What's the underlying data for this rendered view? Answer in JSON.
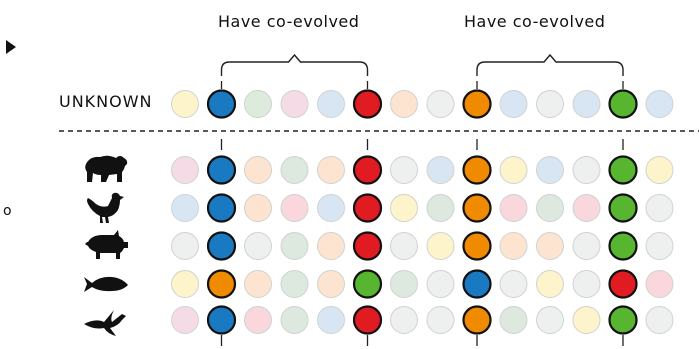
{
  "labels": {
    "group_left": "Have co-evolved",
    "group_right": "Have co-evolved",
    "unknown_row": "UNKNOWN",
    "side_fragment": "o"
  },
  "icons": [
    "bear-icon",
    "chicken-icon",
    "pig-icon",
    "fish-icon",
    "bird-icon"
  ],
  "highlighted_columns": [
    1,
    5,
    8,
    12
  ],
  "brace_groups": [
    [
      1,
      5
    ],
    [
      8,
      12
    ]
  ],
  "colors": {
    "blue": "#1a7ac1",
    "red": "#e01b22",
    "orange": "#f08a00",
    "green": "#58b530",
    "faded": {
      "cream": "#fdf4cc",
      "blue": "#d8e6f4",
      "green": "#dcebdc",
      "pink": "#f5dbe6",
      "peach": "#fde4d0",
      "gray": "#edf0ee",
      "sage": "#dde8de",
      "rose": "#fad7dc"
    }
  },
  "rows": [
    {
      "name": "unknown",
      "cells": [
        "cream",
        "B",
        "green",
        "pink",
        "blue",
        "R",
        "peach",
        "gray",
        "O",
        "blue",
        "gray",
        "blue",
        "G",
        "blue"
      ]
    },
    {
      "name": "bear",
      "cells": [
        "pink",
        "B",
        "peach",
        "sage",
        "peach",
        "R",
        "gray",
        "blue",
        "O",
        "cream",
        "blue",
        "gray",
        "G",
        "cream"
      ]
    },
    {
      "name": "chicken",
      "cells": [
        "blue",
        "B",
        "peach",
        "rose",
        "blue",
        "R",
        "cream",
        "sage",
        "O",
        "rose",
        "sage",
        "rose",
        "G",
        "gray"
      ]
    },
    {
      "name": "pig",
      "cells": [
        "gray",
        "B",
        "gray",
        "sage",
        "peach",
        "R",
        "gray",
        "cream",
        "O",
        "peach",
        "peach",
        "gray",
        "G",
        "gray"
      ]
    },
    {
      "name": "fish",
      "cells": [
        "cream",
        "O",
        "peach",
        "sage",
        "peach",
        "G",
        "sage",
        "gray",
        "B",
        "gray",
        "cream",
        "gray",
        "R",
        "rose"
      ]
    },
    {
      "name": "bird",
      "cells": [
        "pink",
        "B",
        "rose",
        "sage",
        "blue",
        "R",
        "gray",
        "gray",
        "O",
        "sage",
        "gray",
        "cream",
        "G",
        "gray"
      ]
    }
  ]
}
